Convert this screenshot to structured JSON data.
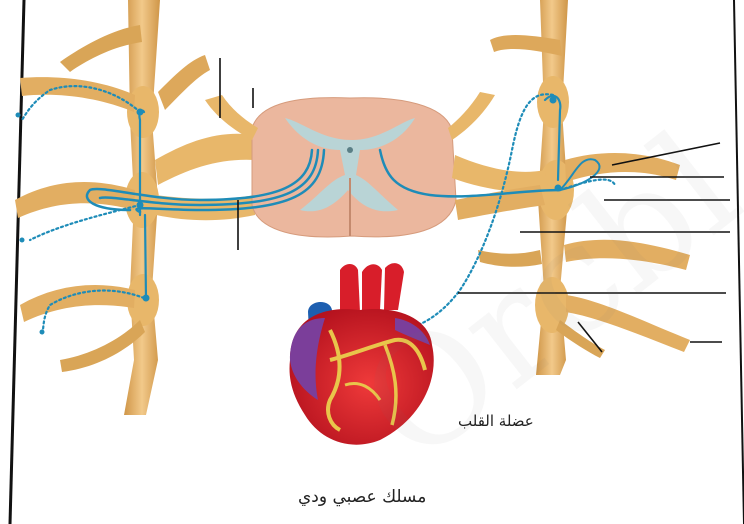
{
  "labels": {
    "heart_muscle": "عضلة القلب",
    "sympathetic_pathway": "مسلك عصبي ودي"
  },
  "watermark": "Orcbl",
  "colors": {
    "nerve": "#E8B76A",
    "nerve_shade": "#C98E3E",
    "spinal_cord": "#EBB79E",
    "gray_matter": "#B9D4D6",
    "neuron": "#1E8CB8",
    "heart_red": "#D81E2A",
    "heart_purple": "#7B3E9A",
    "heart_blue": "#1E5FB0",
    "coronary": "#E9C54B"
  }
}
